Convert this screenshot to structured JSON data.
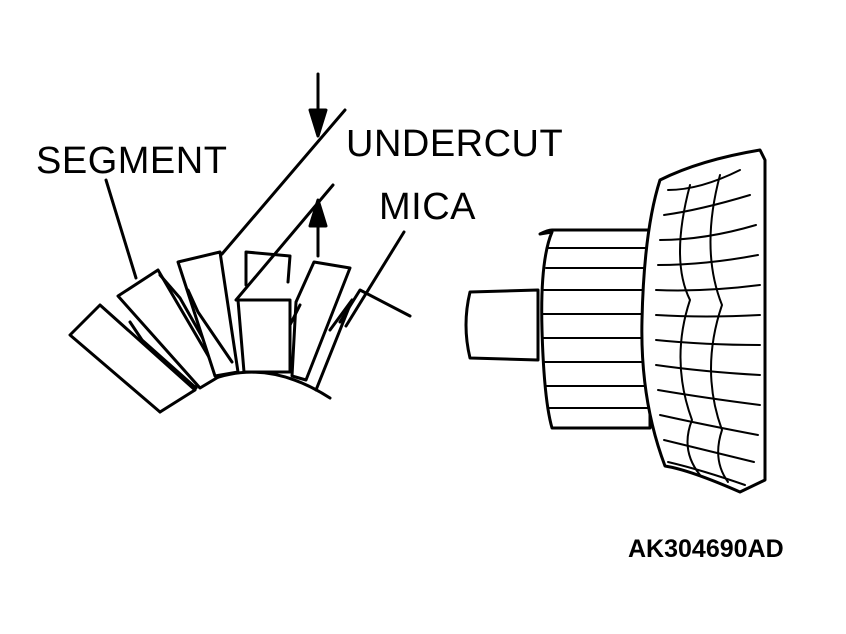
{
  "labels": {
    "undercut": "UNDERCUT",
    "segment": "SEGMENT",
    "mica": "MICA"
  },
  "figure_code": "AK304690AD",
  "colors": {
    "ink": "#000000",
    "paper": "#ffffff"
  }
}
